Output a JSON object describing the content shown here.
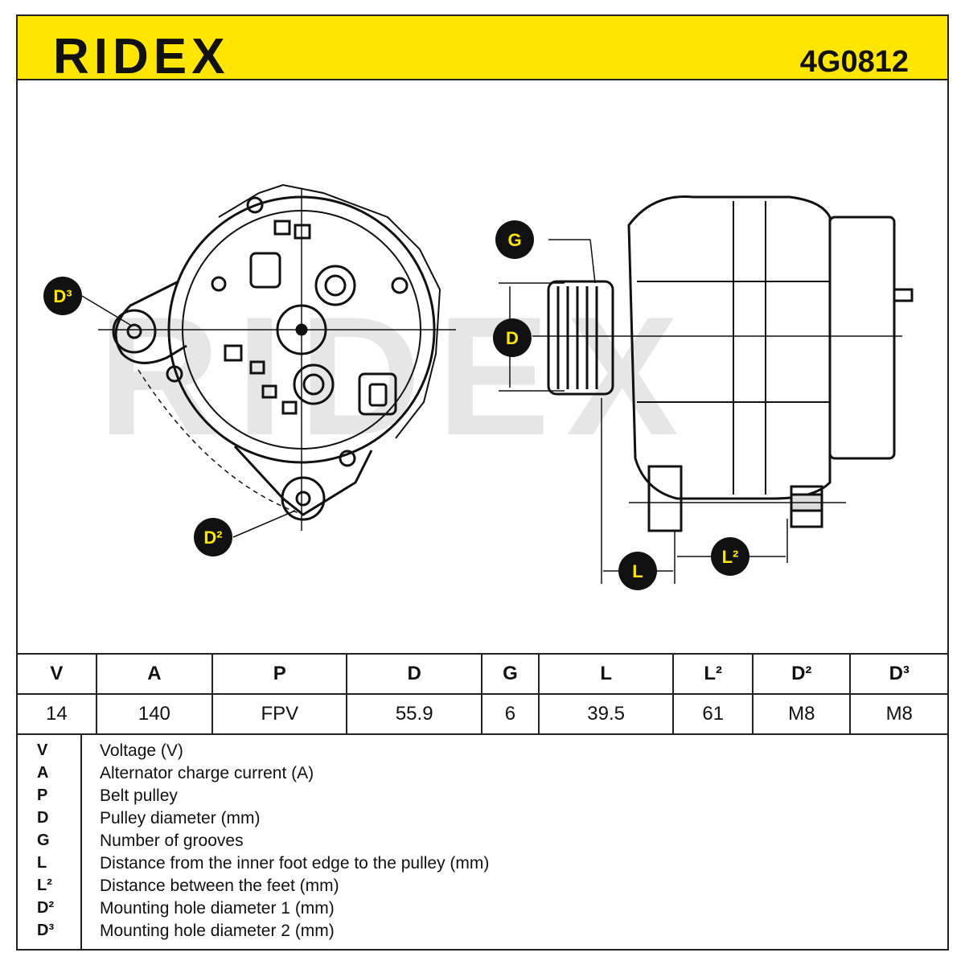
{
  "header": {
    "brand": "RIDEX",
    "part_number": "4G0812"
  },
  "drawing": {
    "callouts": [
      "D³",
      "D²",
      "G",
      "D",
      "L",
      "L²"
    ],
    "watermark": "RIDEX"
  },
  "colors": {
    "brand_yellow": "#ffe600",
    "outline": "#111111"
  },
  "spec_table": {
    "headers": [
      "V",
      "A",
      "P",
      "D",
      "G",
      "L",
      "L²",
      "D²",
      "D³"
    ],
    "values": [
      "14",
      "140",
      "FPV",
      "55.9",
      "6",
      "39.5",
      "61",
      "M8",
      "M8"
    ]
  },
  "legend": [
    {
      "key": "V",
      "text": "Voltage (V)"
    },
    {
      "key": "A",
      "text": "Alternator charge current (A)"
    },
    {
      "key": "P",
      "text": "Belt pulley"
    },
    {
      "key": "D",
      "text": "Pulley diameter (mm)"
    },
    {
      "key": "G",
      "text": "Number of grooves"
    },
    {
      "key": "L",
      "text": "Distance from the inner foot edge to the pulley (mm)"
    },
    {
      "key": "L²",
      "text": "Distance between the feet (mm)"
    },
    {
      "key": "D²",
      "text": "Mounting hole diameter 1 (mm)"
    },
    {
      "key": "D³",
      "text": "Mounting hole diameter 2 (mm)"
    }
  ]
}
